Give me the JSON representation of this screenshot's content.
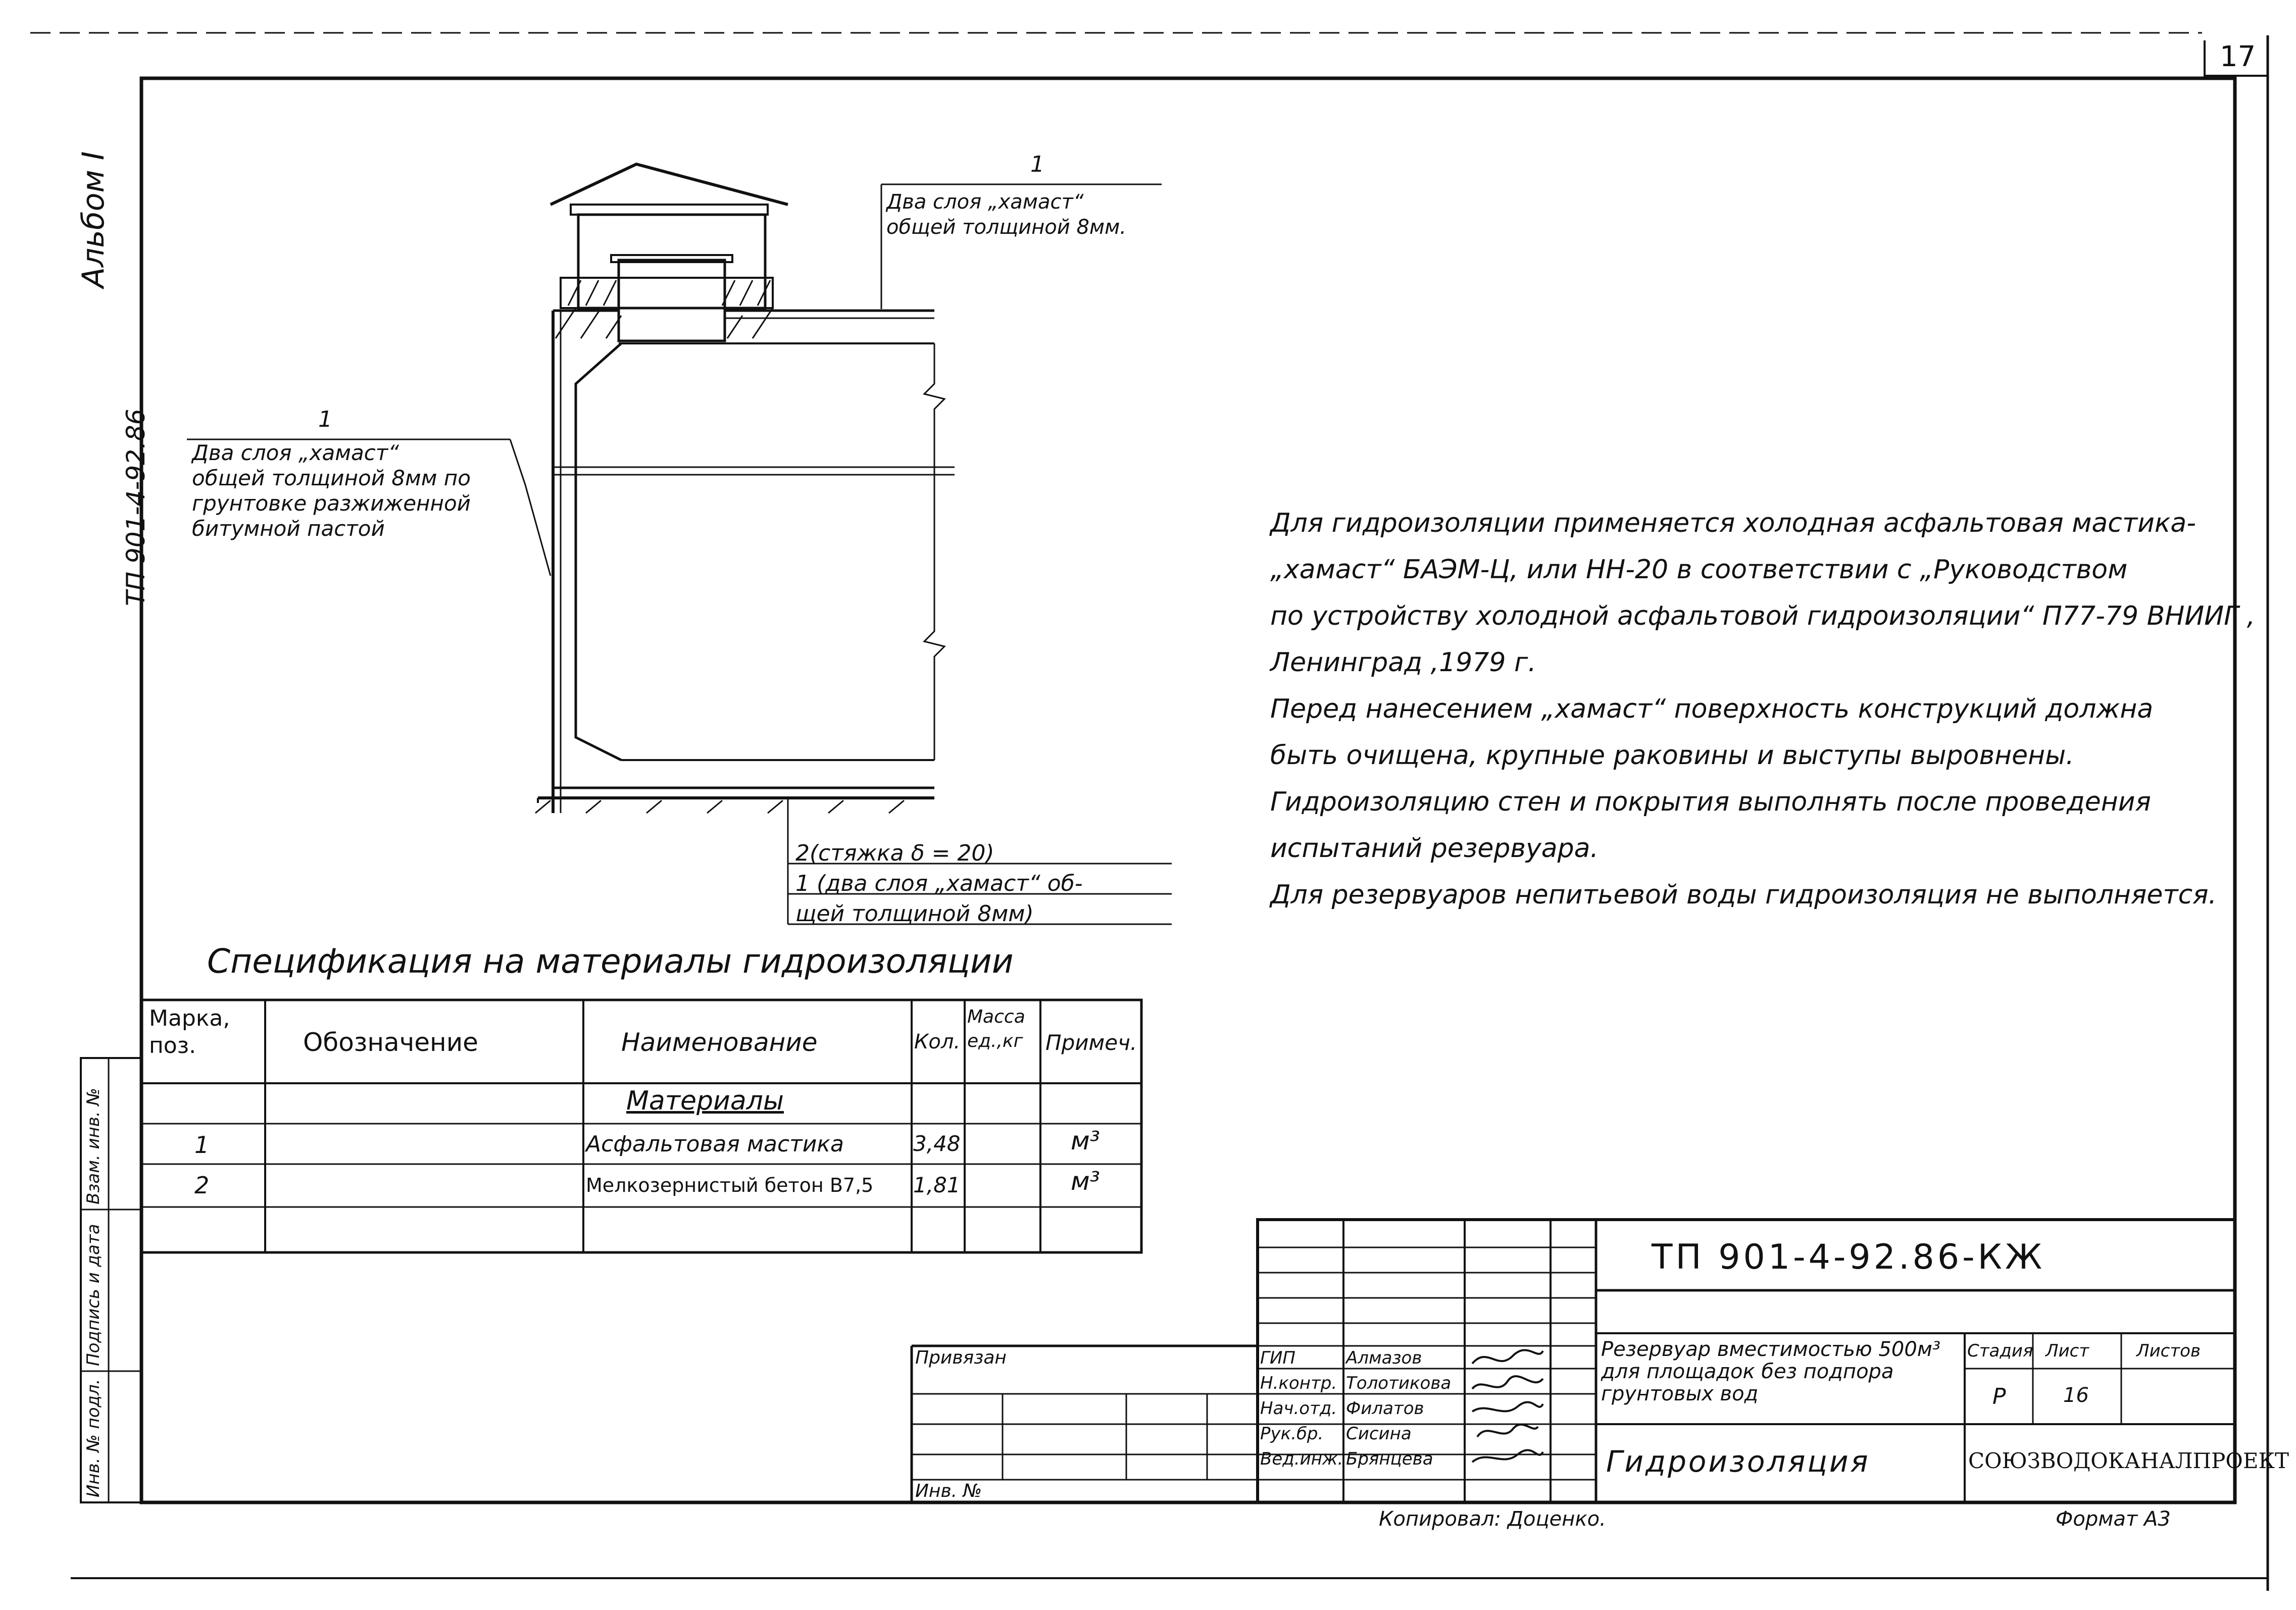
{
  "sheet": {
    "page_number": "17",
    "format": "Формат А3",
    "copied_by": "Копировал: Доценко."
  },
  "side_stamp": {
    "album": "Альбом I",
    "project_code": "ТП 901-4-92.86",
    "field_inv_orig": "Инв. № подл.",
    "field_sign_date": "Подпись и дата",
    "field_replace": "Взам. инв. №"
  },
  "drawing": {
    "callout_top": "1",
    "callout_top_note": [
      "Два слоя „хамаст“",
      "общей толщиной 8мм."
    ],
    "callout_left": "1",
    "callout_left_note": [
      "Два слоя „хамаст“",
      "общей толщиной 8мм по",
      "грунтовке разжиженной",
      "битумной пастой"
    ],
    "callout_bottom_note": [
      "2(стяжка δ = 20)",
      "1 (два слоя „хамаст“ об-",
      "щей толщиной 8мм)"
    ]
  },
  "notes": [
    "Для гидроизоляции применяется холодная асфальтовая мастика-",
    "„хамаст“ БАЭМ-Ц, или НН-20 в соответствии с „Руководством",
    "по устройству холодной асфальтовой гидроизоляции“ П77-79 ВНИИГ ,",
    "Ленинград ,1979 г.",
    "Перед нанесением „хамаст“ поверхность конструкций должна",
    "быть очищена, крупные раковины и выступы выровнены.",
    "Гидроизоляцию стен и покрытия выполнять после проведения",
    "испытаний резервуара.",
    "Для резервуаров непитьевой воды гидроизоляция не выполняется."
  ],
  "spec": {
    "title": "Спецификация на материалы гидроизоляции",
    "headers": [
      "Марка, поз.",
      "Обозначение",
      "Наименование",
      "Кол.",
      "Масса ед.,кг",
      "Примеч."
    ],
    "section": "Материалы",
    "rows": [
      {
        "pos": "1",
        "designation": "",
        "name": "Асфальтовая мастика",
        "qty": "3,48",
        "mass": "",
        "note": "м³"
      },
      {
        "pos": "2",
        "designation": "",
        "name": "Мелкозернистый бетон В7,5",
        "qty": "1,81",
        "mass": "",
        "note": "м³"
      }
    ]
  },
  "title_block": {
    "code": "ТП 901-4-92.86-КЖ",
    "privyazan": "Привязан",
    "inv": "Инв. №",
    "object_name": [
      "Резервуар вместимостью 500м³",
      "для площадок без подпора",
      "грунтовых вод"
    ],
    "sheet_title": "Гидроизоляция",
    "org": "СОЮЗВОДОКАНАЛПРОЕКТ",
    "stage_label": "Стадия",
    "sheet_label": "Лист",
    "sheets_label": "Листов",
    "stage": "Р",
    "sheet": "16",
    "sheets": "",
    "signers": [
      {
        "role": "ГИП",
        "name": "Алмазов"
      },
      {
        "role": "Н.контр.",
        "name": "Толотикова"
      },
      {
        "role": "Нач.отд.",
        "name": "Филатов"
      },
      {
        "role": "Рук.бр.",
        "name": "Сисина"
      },
      {
        "role": "Вед.инж.",
        "name": "Брянцева"
      }
    ]
  }
}
